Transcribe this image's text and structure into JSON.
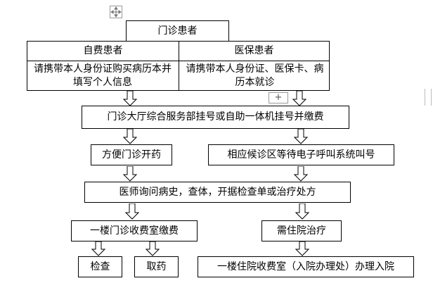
{
  "table": {
    "title": "门诊患者",
    "left_header": "自费患者",
    "left_body": "请携带本人身份证购买病历本并填写个人信息",
    "right_header": "医保患者",
    "right_body": "请携带本人身份证、医保卡、病历本就诊"
  },
  "flow": {
    "registration": "门诊大厅综合服务部挂号或自助一体机挂号并缴费",
    "clinic": "方便门诊开药",
    "waiting": "相应候诊区等待电子呼叫系统叫号",
    "doctor": "医师询问病史，查体，开据检查单或治疗处方",
    "payment": "一楼门诊收费室缴费",
    "hospitalization": "需住院治疗",
    "exam": "检查",
    "medicine": "取药",
    "admission": "一楼住院收费室（入院办理处）办理入院"
  },
  "ui": {
    "move_icon": "move-arrows-icon",
    "plus_label": "+"
  }
}
